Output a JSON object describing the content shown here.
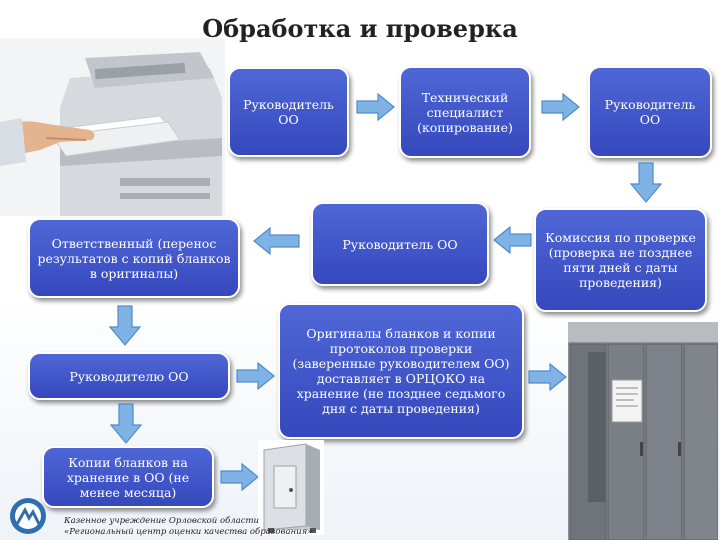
{
  "title": "Обработка и проверка",
  "boxes": {
    "head_1": "Руководитель ОО",
    "tech": "Технический специалист (копирование)",
    "head_2": "Руководитель ОО",
    "commission": "Комиссия по проверке (проверка не позднее пяти дней с даты проведения)",
    "head_3": "Руководитель ОО",
    "responsible": "Ответственный (перенос результатов с копий бланков в оригиналы)",
    "to_head": "Руководителю ОО",
    "originals": "Оригиналы бланков и копии протоколов проверки (заверенные руководителем ОО) доставляет в ОРЦОКО на хранение (не позднее седьмого дня с даты проведения)",
    "copies": "Копии бланков на хранение в ОО (не менее месяца)"
  },
  "footer": {
    "line1": "Казенное учреждение Орловской области",
    "line2": "«Региональный центр оценки качества образования»"
  },
  "colors": {
    "box": "#3a4ec4",
    "arrow": "#5b9bd5"
  }
}
